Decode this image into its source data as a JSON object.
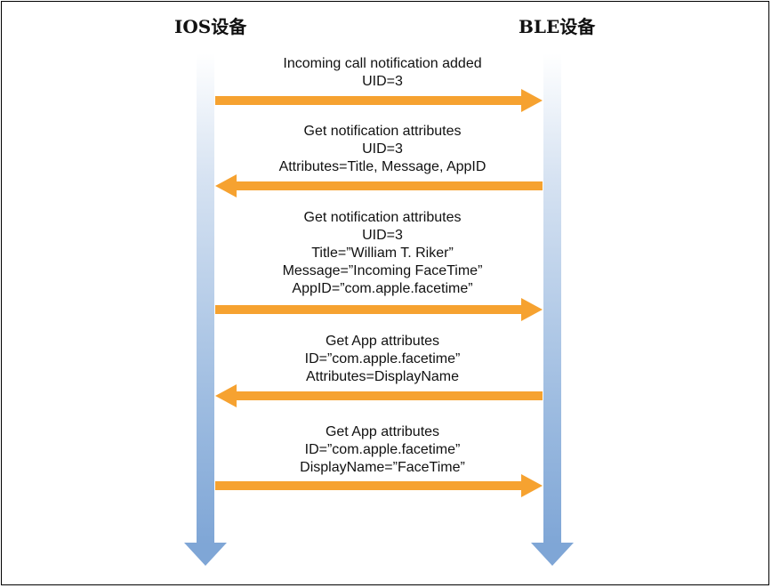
{
  "actors": {
    "left": "IOS设备",
    "right": "BLE设备"
  },
  "colors": {
    "arrow": "#f6a230",
    "lifeline": "#7fa6d6"
  },
  "messages": [
    {
      "direction": "right",
      "lines": [
        "Incoming call notification added",
        "UID=3"
      ]
    },
    {
      "direction": "left",
      "lines": [
        "Get notification attributes",
        "UID=3",
        "Attributes=Title, Message, AppID"
      ]
    },
    {
      "direction": "right",
      "lines": [
        "Get notification attributes",
        "UID=3",
        "Title=”William T. Riker”",
        "Message=”Incoming FaceTime”",
        "AppID=”com.apple.facetime”"
      ]
    },
    {
      "direction": "left",
      "lines": [
        "Get App attributes",
        "ID=”com.apple.facetime”",
        "Attributes=DisplayName"
      ]
    },
    {
      "direction": "right",
      "lines": [
        "Get App attributes",
        "ID=”com.apple.facetime”",
        "DisplayName=”FaceTime”"
      ]
    }
  ]
}
